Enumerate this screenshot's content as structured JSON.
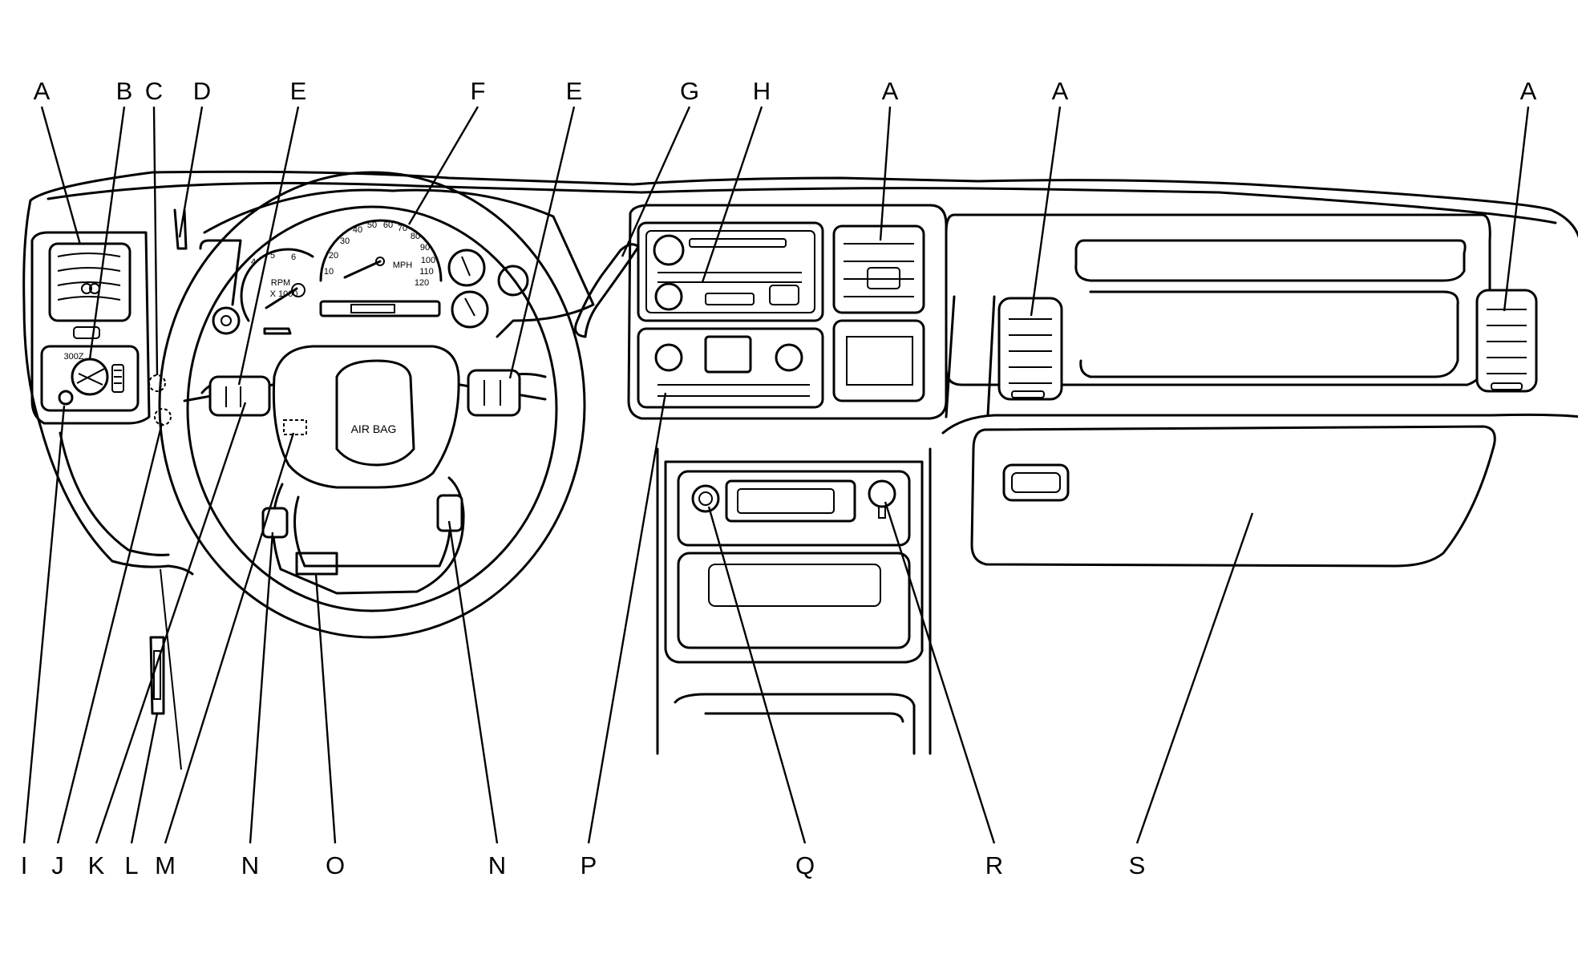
{
  "callouts": {
    "top": [
      {
        "id": "a1",
        "label": "A"
      },
      {
        "id": "b",
        "label": "B"
      },
      {
        "id": "c",
        "label": "C"
      },
      {
        "id": "d",
        "label": "D"
      },
      {
        "id": "e1",
        "label": "E"
      },
      {
        "id": "f",
        "label": "F"
      },
      {
        "id": "e2",
        "label": "E"
      },
      {
        "id": "g",
        "label": "G"
      },
      {
        "id": "h",
        "label": "H"
      },
      {
        "id": "a2",
        "label": "A"
      },
      {
        "id": "a3",
        "label": "A"
      },
      {
        "id": "a4",
        "label": "A"
      }
    ],
    "bottom": [
      {
        "id": "i",
        "label": "I"
      },
      {
        "id": "j",
        "label": "J"
      },
      {
        "id": "k",
        "label": "K"
      },
      {
        "id": "l",
        "label": "L"
      },
      {
        "id": "m",
        "label": "M"
      },
      {
        "id": "n1",
        "label": "N"
      },
      {
        "id": "o",
        "label": "O"
      },
      {
        "id": "n2",
        "label": "N"
      },
      {
        "id": "p",
        "label": "P"
      },
      {
        "id": "q",
        "label": "Q"
      },
      {
        "id": "r",
        "label": "R"
      },
      {
        "id": "s",
        "label": "S"
      }
    ]
  },
  "panel_text": {
    "airbag": "AIR BAG",
    "rpm": "RPM",
    "rpm_scale": "X 1000",
    "mph": "MPH",
    "speed_ticks": [
      "10",
      "20",
      "30",
      "40",
      "50",
      "60",
      "70",
      "80",
      "90",
      "100",
      "110",
      "120"
    ],
    "rpm_ticks": [
      "4",
      "5",
      "6"
    ]
  }
}
